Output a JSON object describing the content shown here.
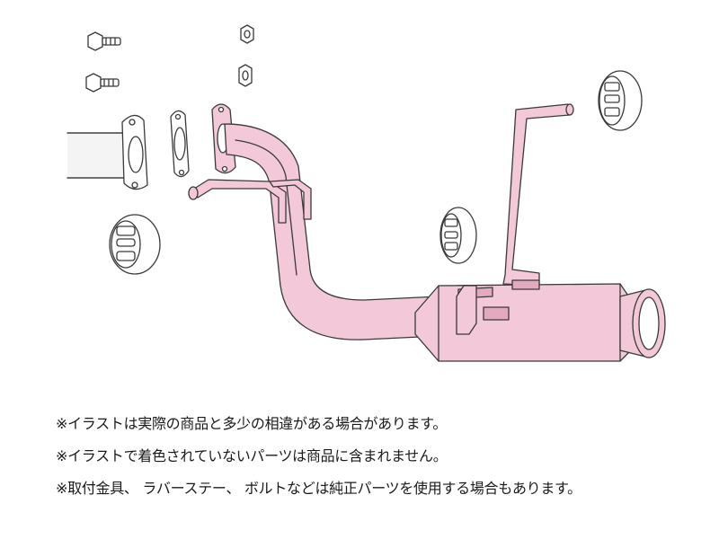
{
  "notes": [
    "※イラストは実際の商品と多少の相違がある場合があります。",
    "※イラストで着色されていないパーツは商品に含まれません。",
    "※取付金具、 ラバーステー、 ボルトなどは純正パーツを使用する場合もあります。"
  ],
  "colors": {
    "product": "#f3c8d8",
    "product_shade": "#e3a9bf",
    "outline": "#3a3a3a",
    "non_included": "#ffffff"
  }
}
